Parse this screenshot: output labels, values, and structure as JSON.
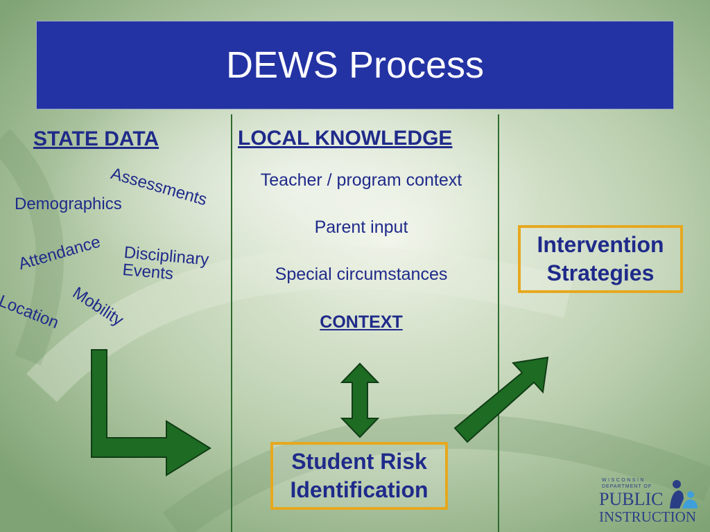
{
  "slide": {
    "title": "DEWS Process"
  },
  "state_data": {
    "header": "STATE DATA",
    "items": [
      "Assessments",
      "Demographics",
      "Attendance",
      "Disciplinary Events",
      "Mobility",
      "Location"
    ]
  },
  "local_knowledge": {
    "header": "LOCAL KNOWLEDGE",
    "items": [
      "Teacher / program context",
      "Parent input",
      "Special circumstances"
    ],
    "context_label": "CONTEXT"
  },
  "boxes": {
    "student_risk": "Student Risk Identification",
    "intervention": "Intervention Strategies"
  },
  "logo": {
    "line1": "WISCONSIN",
    "line2": "DEPARTMENT OF",
    "line3": "PUBLIC",
    "line4": "INSTRUCTION"
  },
  "colors": {
    "title_bar": "#2433a3",
    "text": "#1f2a8a",
    "arrow_fill": "#1e6b24",
    "box_border": "#e6a81f",
    "divider": "#2e6b2e"
  }
}
